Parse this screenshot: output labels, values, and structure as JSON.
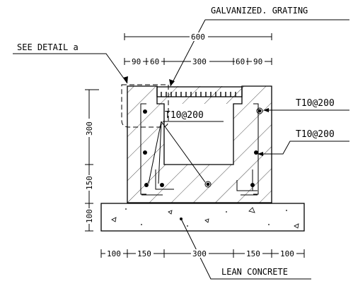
{
  "labels": {
    "grating": "GALVANIZED. GRATING",
    "see_detail": "SEE DETAIL a",
    "rebar_top_right": "T10@200",
    "rebar_side_right": "T10@200",
    "rebar_inner": "T10@200",
    "lean_concrete": "LEAN CONCRETE"
  },
  "dimensions": {
    "overall_top": "600",
    "top_1": "90",
    "top_2": "60",
    "top_3": "300",
    "top_4": "60",
    "top_5": "90",
    "left_1": "300",
    "left_2": "150",
    "left_3": "100",
    "bottom_1": "100",
    "bottom_2": "150",
    "bottom_3": "300",
    "bottom_4": "150",
    "bottom_5": "100"
  }
}
